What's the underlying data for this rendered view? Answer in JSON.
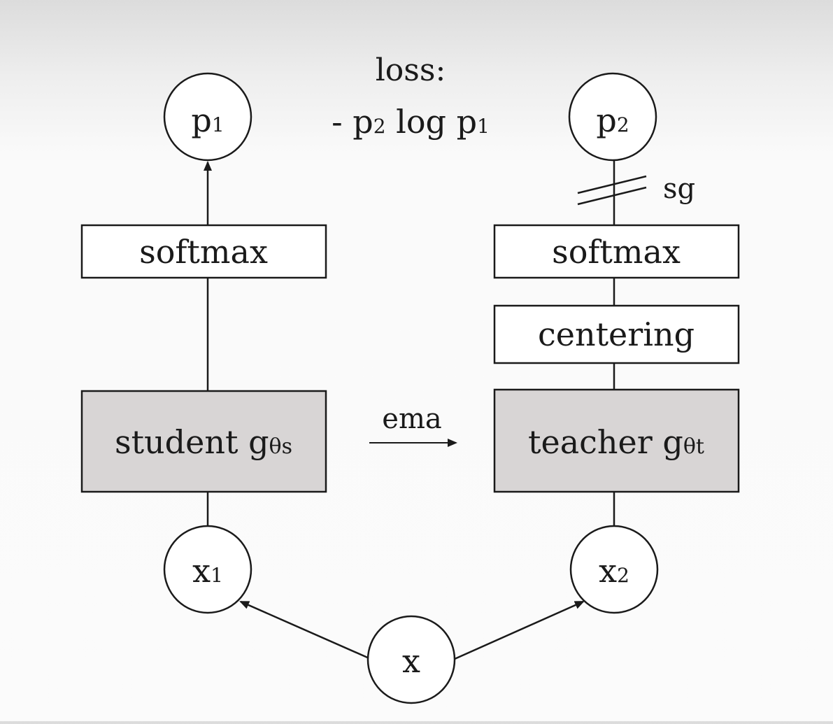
{
  "loss": {
    "title": "loss:",
    "formula_prefix": "- p",
    "formula_sub_a": "2",
    "formula_mid": " log p",
    "formula_sub_b": "1"
  },
  "student": {
    "output": {
      "base": "p",
      "sub": "1"
    },
    "softmax_label": "softmax",
    "network": {
      "label": "student g",
      "sub": "θs"
    },
    "input": {
      "base": "x",
      "sub": "1"
    }
  },
  "teacher": {
    "output": {
      "base": "p",
      "sub": "2"
    },
    "stop_grad_label": "sg",
    "softmax_label": "softmax",
    "centering_label": "centering",
    "network": {
      "label": "teacher g",
      "sub": "θt"
    },
    "input": {
      "base": "x",
      "sub": "2"
    }
  },
  "ema_label": "ema",
  "source_input": {
    "label": "x"
  },
  "colors": {
    "network_fill": "#d8d5d5",
    "stroke": "#1a1a1a",
    "background": "#fbfbfb"
  }
}
